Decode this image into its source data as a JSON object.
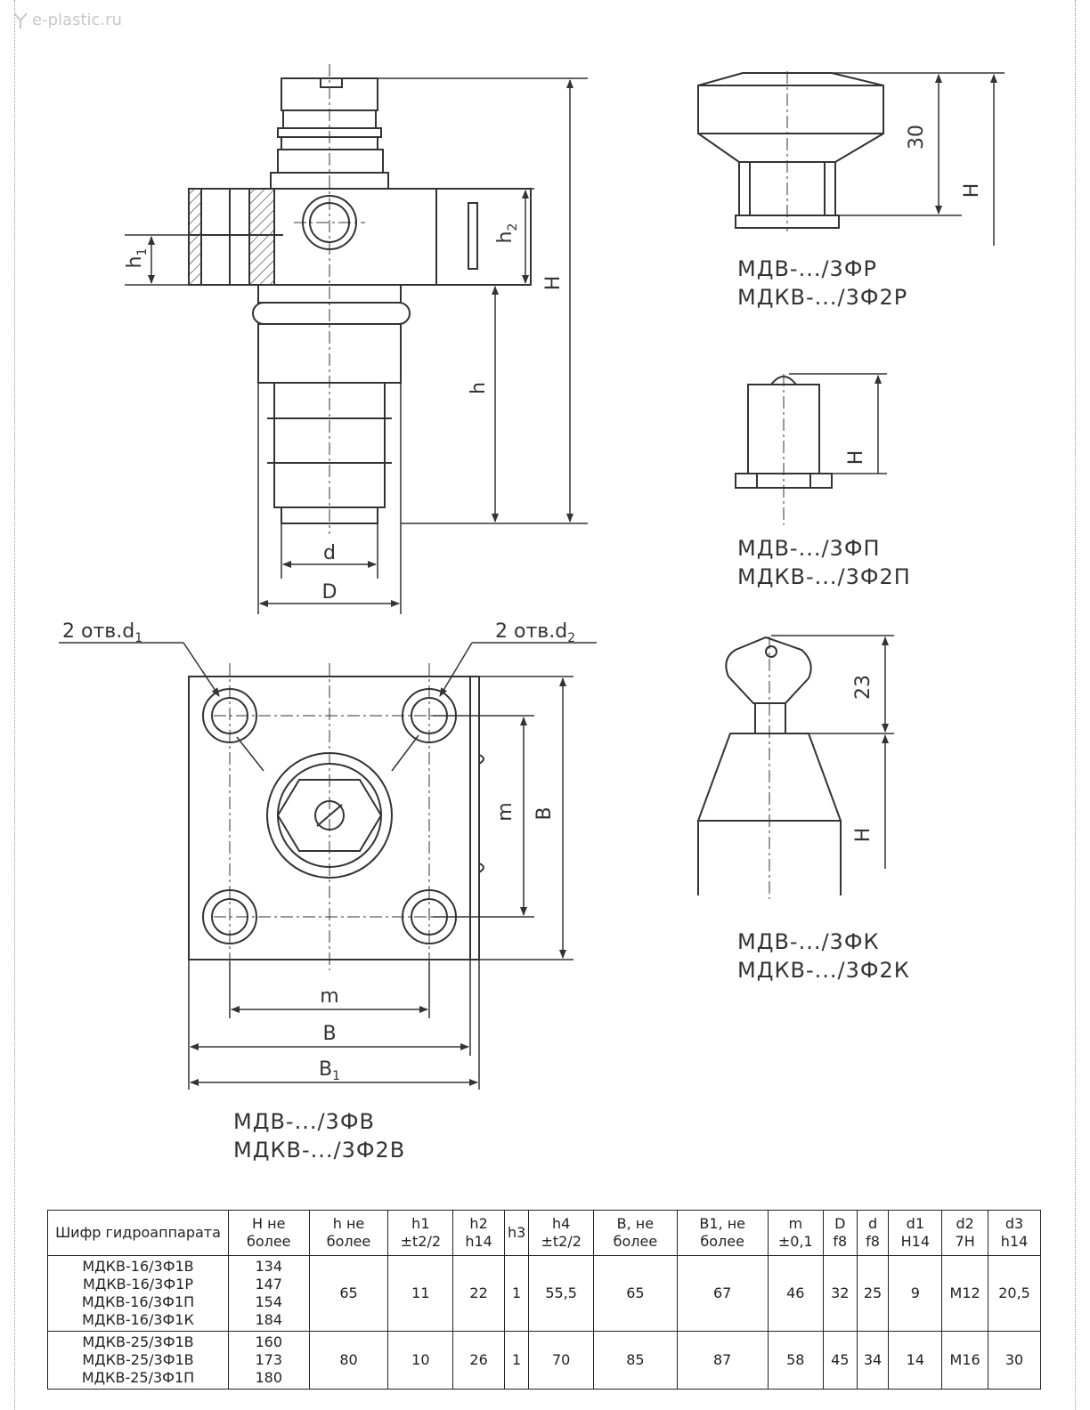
{
  "watermark": "e-plastic.ru",
  "drawing_labels": {
    "h1_base": "h",
    "h1_sub": "1",
    "h2_base": "h",
    "h2_sub": "2",
    "H": "H",
    "h": "h",
    "d": "d",
    "D": "D",
    "dim_30": "30",
    "dim_23": "23",
    "holes_d1_text": "2 отв.d",
    "holes_d1_sub": "1",
    "holes_d2_text": "2 отв.d",
    "holes_d2_sub": "2",
    "m": "m",
    "B": "B",
    "B1_base": "B",
    "B1_sub": "1"
  },
  "captions": {
    "variant_r": [
      "МДВ-.../3ФР",
      "МДКВ-.../3Ф2Р"
    ],
    "variant_p": [
      "МДВ-.../3ФП",
      "МДКВ-.../3Ф2П"
    ],
    "variant_k": [
      "МДВ-.../3ФК",
      "МДКВ-.../3Ф2К"
    ],
    "variant_v": [
      "МДВ-.../3ФВ",
      "МДКВ-.../3Ф2В"
    ]
  },
  "table": {
    "headers": [
      "Шифр гидроаппарата",
      "Н не более",
      "h не более",
      "h1 ±t2/2",
      "h2 h14",
      "h3",
      "h4 ±t2/2",
      "В, не более",
      "В1, не более",
      "m ±0,1",
      "D f8",
      "d f8",
      "d1 H14",
      "d2 7Н",
      "d3 h14"
    ],
    "rows": [
      {
        "models": [
          "МДКВ-16/3Ф1В",
          "МДКВ-16/3Ф1Р",
          "МДКВ-16/3Ф1П",
          "МДКВ-16/3Ф1К"
        ],
        "H": [
          "134",
          "147",
          "154",
          "184"
        ],
        "h": "65",
        "h1": "11",
        "h2": "22",
        "h3": "1",
        "h4": "55,5",
        "B": "65",
        "B1": "67",
        "m": "46",
        "D": "32",
        "d": "25",
        "d1": "9",
        "d2": "М12",
        "d3": "20,5"
      },
      {
        "models": [
          "МДКВ-25/3Ф1В",
          "МДКВ-25/3Ф1В",
          "МДКВ-25/3Ф1П"
        ],
        "H": [
          "160",
          "173",
          "180"
        ],
        "h": "80",
        "h1": "10",
        "h2": "26",
        "h3": "1",
        "h4": "70",
        "B": "85",
        "B1": "87",
        "m": "58",
        "D": "45",
        "d": "34",
        "d1": "14",
        "d2": "М16",
        "d3": "30"
      }
    ]
  }
}
